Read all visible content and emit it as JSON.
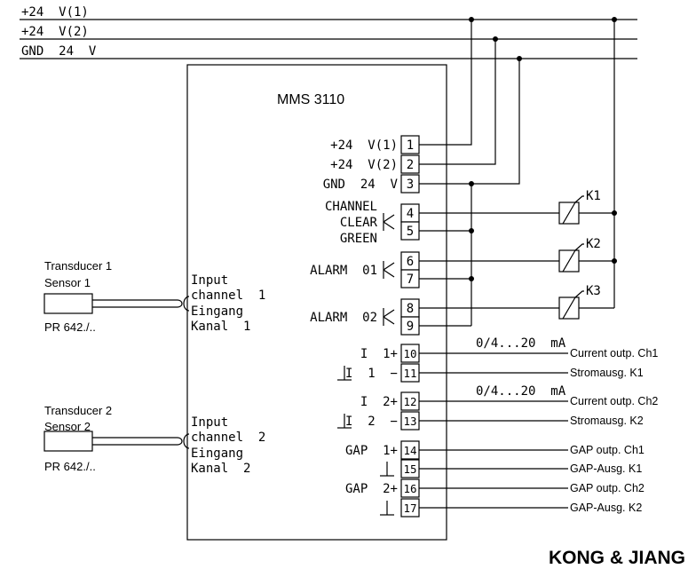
{
  "rails": [
    {
      "label": "+24  V(1)"
    },
    {
      "label": "+24  V(2)"
    },
    {
      "label": "GND  24  V"
    }
  ],
  "device": {
    "title": "MMS 3110"
  },
  "terminals": [
    "1",
    "2",
    "3",
    "4",
    "5",
    "6",
    "7",
    "8",
    "9",
    "10",
    "11",
    "12",
    "13",
    "14",
    "15",
    "16",
    "17"
  ],
  "terminal_labels": {
    "t1": "+24  V(1)",
    "t2": "+24  V(2)",
    "t3": "GND  24  V",
    "clear_1": "CHANNEL",
    "clear_2": "CLEAR",
    "clear_3": "GREEN",
    "alarm01": "ALARM  01",
    "alarm02": "ALARM  02",
    "i1p": "I  1+",
    "i1m": "I  1  −",
    "i2p": "I  2+",
    "i2m": "I  2  −",
    "gap1": "GAP  1+",
    "gap2": "GAP  2+"
  },
  "relays": [
    "K1",
    "K2",
    "K3"
  ],
  "current_range_1": "0/4...20  mA",
  "current_range_2": "0/4...20  mA",
  "outputs": [
    "Current outp. Ch1",
    "Stromausg. K1",
    "Current outp. Ch2",
    "Stromausg. K2",
    "GAP outp. Ch1",
    "GAP-Ausg. K1",
    "GAP outp. Ch2",
    "GAP-Ausg. K2"
  ],
  "transducers": [
    {
      "title": "Transducer 1",
      "sensor": "Sensor 1",
      "model": "PR 642./..",
      "input_lines": [
        "Input",
        "channel  1",
        "Eingang",
        "Kanal  1"
      ]
    },
    {
      "title": "Transducer 2",
      "sensor": "Sensor 2",
      "model": "PR 642./..",
      "input_lines": [
        "Input",
        "channel  2",
        "Eingang",
        "Kanal  2"
      ]
    }
  ],
  "watermark": "KONG & JIANG"
}
